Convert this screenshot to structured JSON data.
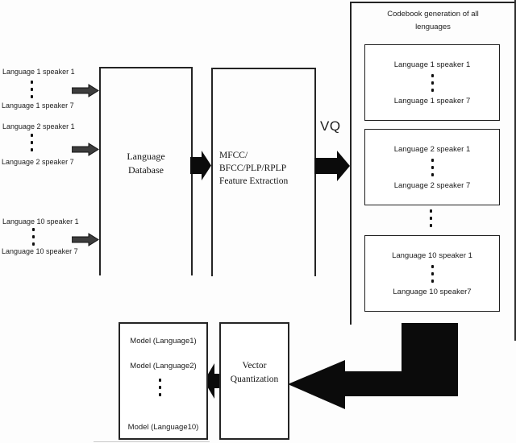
{
  "diagram": {
    "left_inputs": [
      {
        "top": "Language 1 speaker 1",
        "bottom": "Language 1 speaker 7"
      },
      {
        "top": "Language 2 speaker 1",
        "bottom": "Language 2 speaker 7"
      },
      {
        "top": "Language 10 speaker 1",
        "bottom": "Language 10 speaker 7"
      }
    ],
    "language_database": {
      "line1": "Language",
      "line2": "Database"
    },
    "feature_extraction": {
      "line1": "MFCC/",
      "line2": "BFCC/PLP/RPLP",
      "line3": "Feature Extraction"
    },
    "vq_label": "VQ",
    "codebook": {
      "title_line1": "Codebook generation of all",
      "title_line2": "lenguages",
      "groups": [
        {
          "top": "Language 1 speaker 1",
          "bottom": "Language 1 speaker 7"
        },
        {
          "top": "Language 2 speaker 1",
          "bottom": "Language 2 speaker 7"
        },
        {
          "top": "Language 10 speaker 1",
          "bottom": "Language 10 speaker7"
        }
      ]
    },
    "vector_quantization": {
      "line1": "Vector",
      "line2": "Quantization"
    },
    "models": {
      "item1": "Model (Language1)",
      "item2": "Model (Language2)",
      "item3": "Model (Language10)"
    },
    "colors": {
      "arrow_black": "#0b0b0b",
      "arrow_gray": "#3d3d3d",
      "border": "#242424",
      "text": "#1c1c1c"
    }
  }
}
